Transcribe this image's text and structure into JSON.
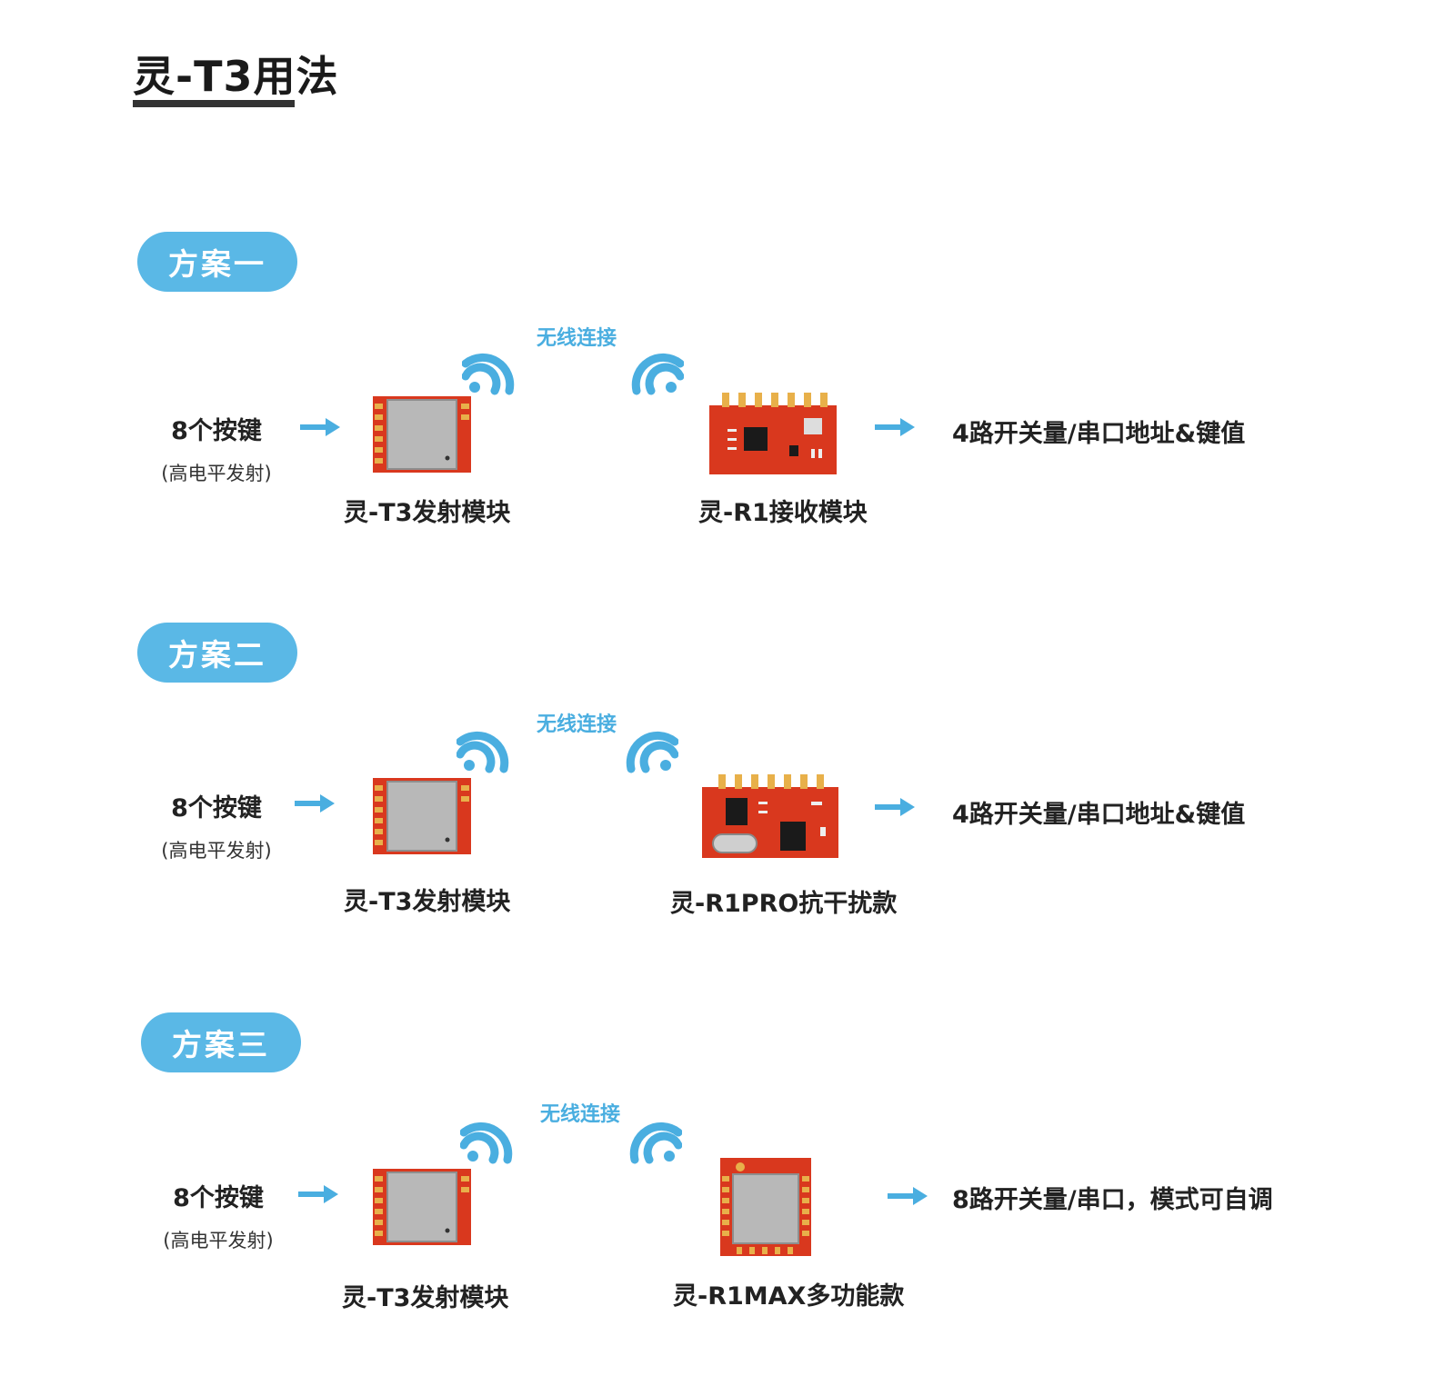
{
  "title": "灵-T3用法",
  "colors": {
    "accent": "#5ab8e6",
    "arrow": "#4aaee0",
    "pcb": "#d9381e",
    "shield": "#b8b8b8"
  },
  "schemes": [
    {
      "label": "方案一",
      "wireless": "无线连接",
      "keys": "8个按键",
      "keys_note": "(高电平发射)",
      "transmitter": "灵-T3发射模块",
      "receiver": "灵-R1接收模块",
      "output": "4路开关量/串口地址&键值"
    },
    {
      "label": "方案二",
      "wireless": "无线连接",
      "keys": "8个按键",
      "keys_note": "(高电平发射)",
      "transmitter": "灵-T3发射模块",
      "receiver": "灵-R1PRO抗干扰款",
      "output": "4路开关量/串口地址&键值"
    },
    {
      "label": "方案三",
      "wireless": "无线连接",
      "keys": "8个按键",
      "keys_note": "(高电平发射)",
      "transmitter": "灵-T3发射模块",
      "receiver": "灵-R1MAX多功能款",
      "output": "8路开关量/串口，模式可自调"
    }
  ]
}
